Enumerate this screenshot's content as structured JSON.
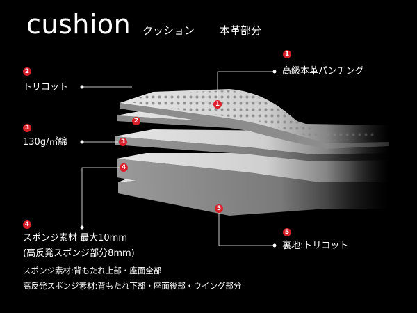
{
  "title": {
    "main": "cushion",
    "sub1": "クッション",
    "sub2": "本革部分"
  },
  "callouts": [
    {
      "number": "1",
      "label": "高級本革パンチング"
    },
    {
      "number": "2",
      "label": "トリコット"
    },
    {
      "number": "3",
      "label": "130g/㎡綿"
    },
    {
      "number": "4",
      "label_line1": "スポンジ素材 最大10mm",
      "label_line2": "(高反発スポンジ部分8mm)"
    },
    {
      "number": "5",
      "label": "裏地:トリコット"
    }
  ],
  "notes": [
    "スポンジ素材:背もたれ上部・座面全部",
    "高反発スポンジ素材:背もたれ下部・座面後部・ウイング部分"
  ],
  "colors": {
    "background": "#000000",
    "badge": "#d8202b",
    "layer": "#d9d9d9",
    "perforation": "#8a8a8a"
  }
}
